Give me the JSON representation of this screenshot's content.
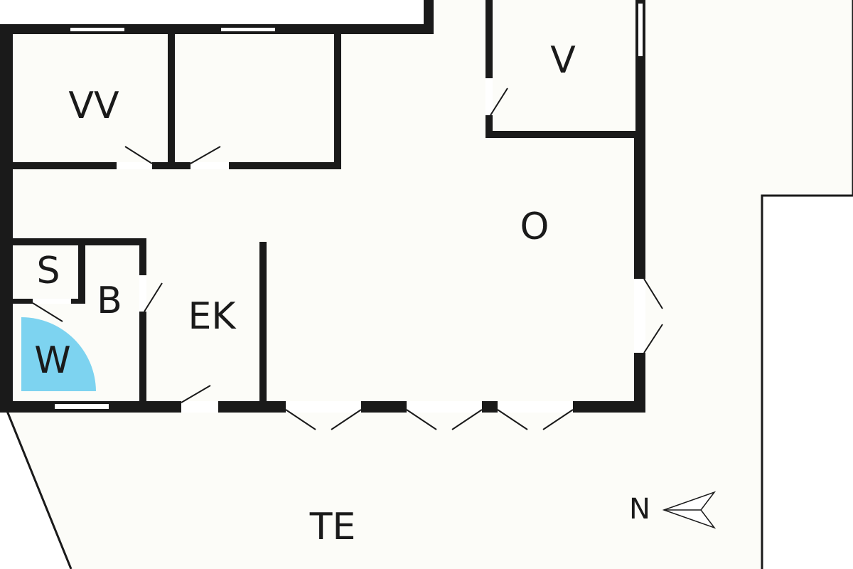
{
  "rooms": {
    "vv": "VV",
    "v": "V",
    "o": "O",
    "s": "S",
    "b": "B",
    "ek": "EK",
    "w": "W",
    "te": "TE"
  },
  "compass": {
    "label": "N"
  },
  "colors": {
    "wall": "#1a1a1a",
    "floor": "#fcfcf8",
    "background": "#ffffff",
    "window": "#ffffff",
    "washer": "#7dd3f0"
  }
}
